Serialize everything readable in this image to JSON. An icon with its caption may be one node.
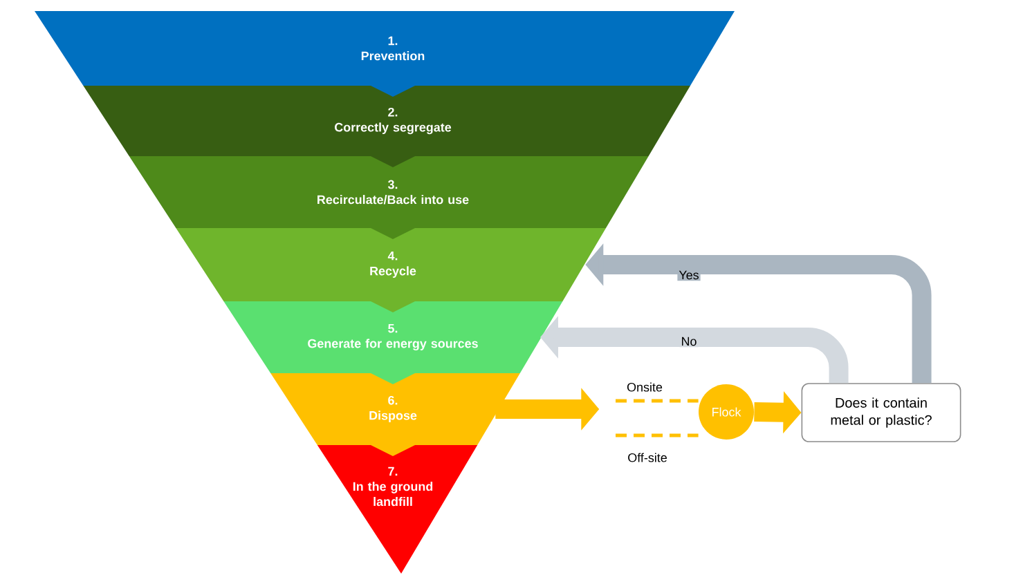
{
  "diagram": {
    "nodes": [
      {
        "text": [
          "1.",
          "Prevention"
        ]
      },
      {
        "text": [
          "2.",
          "Correctly segregate"
        ]
      },
      {
        "text": [
          "3.",
          "Recirculate/Back into use"
        ]
      },
      {
        "text": [
          "4.",
          "Recycle"
        ]
      },
      {
        "text": [
          "5.",
          "Generate for energy sources"
        ]
      },
      {
        "text": [
          "6.",
          "Dispose"
        ]
      },
      {
        "text": [
          "7.",
          "In the ground landfill"
        ]
      },
      {
        "text": [
          "Flock"
        ]
      },
      {
        "text": [
          "Does it contain metal or plastic?"
        ]
      }
    ],
    "edges": [
      {
        "from": 5,
        "to": null,
        "arrow": "to"
      },
      {
        "from": null,
        "to": 7,
        "arrow": "none",
        "style": "dashed",
        "label": "Onsite"
      },
      {
        "from": null,
        "to": 7,
        "arrow": "none",
        "style": "dashed",
        "label": "Off-site"
      },
      {
        "from": 7,
        "to": 8,
        "arrow": "to"
      },
      {
        "from": 8,
        "to": 4,
        "arrow": "to",
        "color": "#d3d9df",
        "label": "No"
      },
      {
        "from": 8,
        "to": 3,
        "arrow": "to",
        "color": "#aab6c1",
        "label": "Yes"
      }
    ]
  }
}
